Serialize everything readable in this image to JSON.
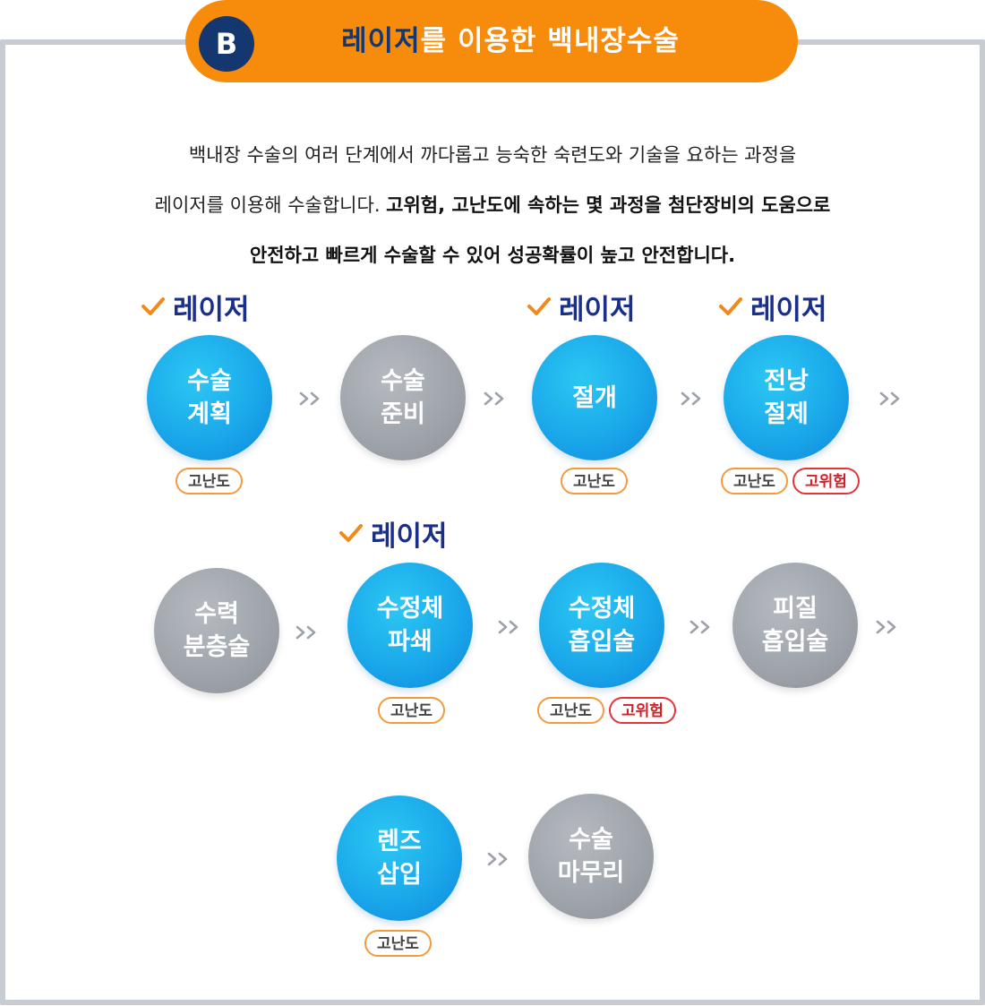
{
  "banner": {
    "badge": "B",
    "title_highlight": "레이저",
    "title_rest": "를 이용한 백내장수술"
  },
  "intro": {
    "line1": "백내장 수술의 여러 단계에서 까다롭고 능숙한 숙련도와 기술을 요하는 과정을",
    "line2_plain": "레이저를 이용해 수술합니다.  ",
    "line2_bold": "고위험, 고난도에 속하는 몇 과정을 첨단장비의 도움으로",
    "line3_bold": "안전하고 빠르게 수술할 수 있어 성공확률이 높고 안전합니다."
  },
  "laser_label": "레이저",
  "tags": {
    "difficulty": "고난도",
    "risk": "고위험"
  },
  "steps": [
    {
      "line1": "수술",
      "line2": "계획"
    },
    {
      "line1": "수술",
      "line2": "준비"
    },
    {
      "line1": "절개",
      "line2": ""
    },
    {
      "line1": "전낭",
      "line2": "절제"
    },
    {
      "line1": "수력",
      "line2": "분층술"
    },
    {
      "line1": "수정체",
      "line2": "파쇄"
    },
    {
      "line1": "수정체",
      "line2": "흡입술"
    },
    {
      "line1": "피질",
      "line2": "흡입술"
    },
    {
      "line1": "렌즈",
      "line2": "삽입"
    },
    {
      "line1": "수술",
      "line2": "마무리"
    }
  ],
  "colors": {
    "banner": "#f78b0b",
    "badge": "#13376e",
    "laser_text": "#1a2f8a",
    "check": "#f08a1c",
    "laser_step": "#1aa8ea",
    "normal_step": "#9ea3aa",
    "difficulty_border": "#f39a3c",
    "risk_border": "#e5333b"
  },
  "icons": {
    "check": "check-icon",
    "arrow": "double-chevron-right-icon"
  }
}
